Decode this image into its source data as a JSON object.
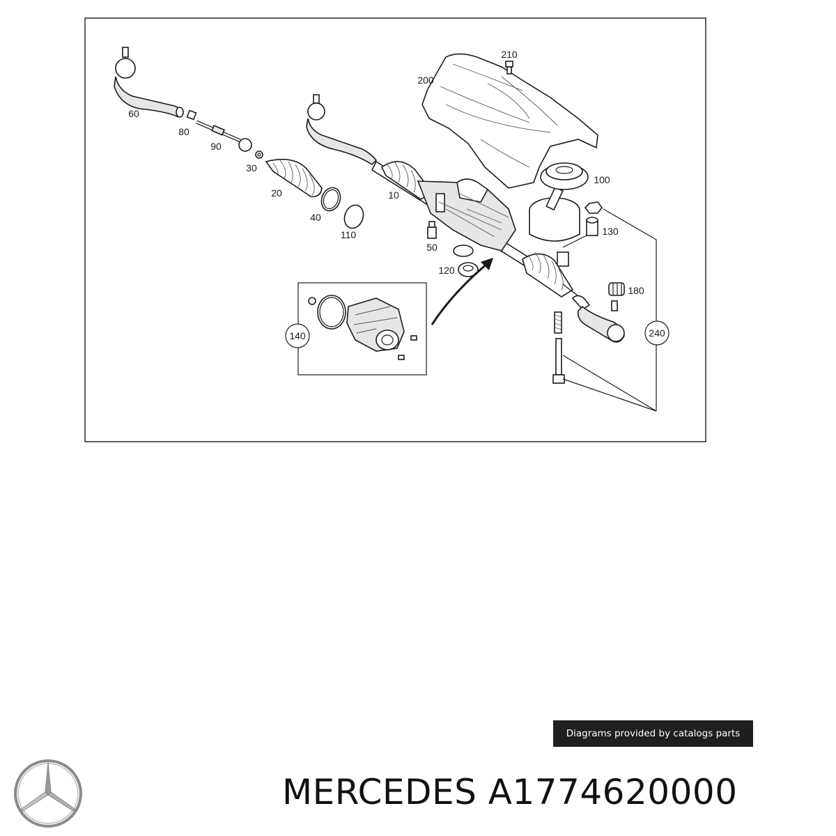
{
  "callouts": {
    "c10": "10",
    "c20": "20",
    "c30": "30",
    "c40": "40",
    "c50": "50",
    "c60": "60",
    "c80": "80",
    "c90": "90",
    "c100": "100",
    "c110": "110",
    "c120": "120",
    "c130": "130",
    "c140": "140",
    "c180": "180",
    "c200": "200",
    "c210": "210",
    "c240": "240"
  },
  "credit": "Diagrams provided by catalogs parts",
  "title": {
    "brand": "MERCEDES",
    "part_number": "A1774620000"
  },
  "logo_icon": "mercedes-star-icon",
  "colors": {
    "ink": "#1a1a1a",
    "badge": "#1f1f1f",
    "badge_text": "#ffffff"
  }
}
